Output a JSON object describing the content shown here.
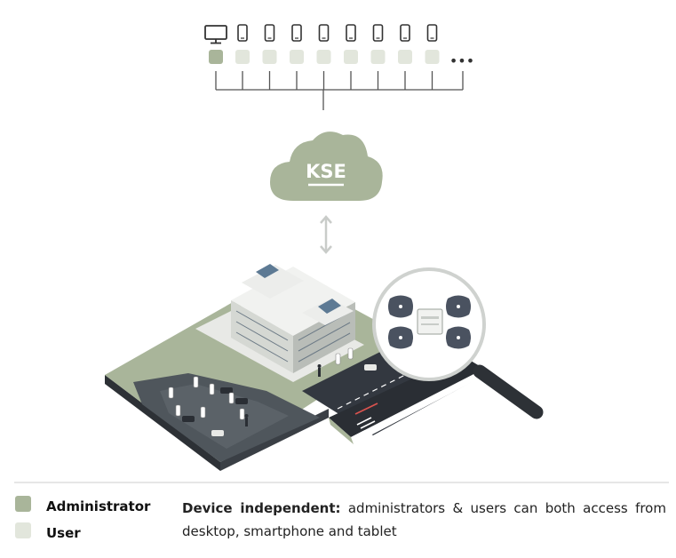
{
  "cloud": {
    "label": "KSE"
  },
  "devices": {
    "monitor_icon": "desktop-monitor-icon",
    "phone_icon": "smartphone-icon",
    "phone_count": 8,
    "more_glyph": "•••"
  },
  "legend": {
    "administrator": {
      "label": "Administrator",
      "color": "#a9b59a"
    },
    "user": {
      "label": "User",
      "color": "#e2e6dc"
    }
  },
  "description": {
    "bold_part": "Device independent:",
    "rest": "administrators & users can both access from desktop, smartphone and tablet"
  },
  "colors": {
    "cloud": "#a9b59a",
    "lines": "#555555",
    "ground": "#a9b59a",
    "road": "#333840",
    "sensor": "#4a5260"
  }
}
